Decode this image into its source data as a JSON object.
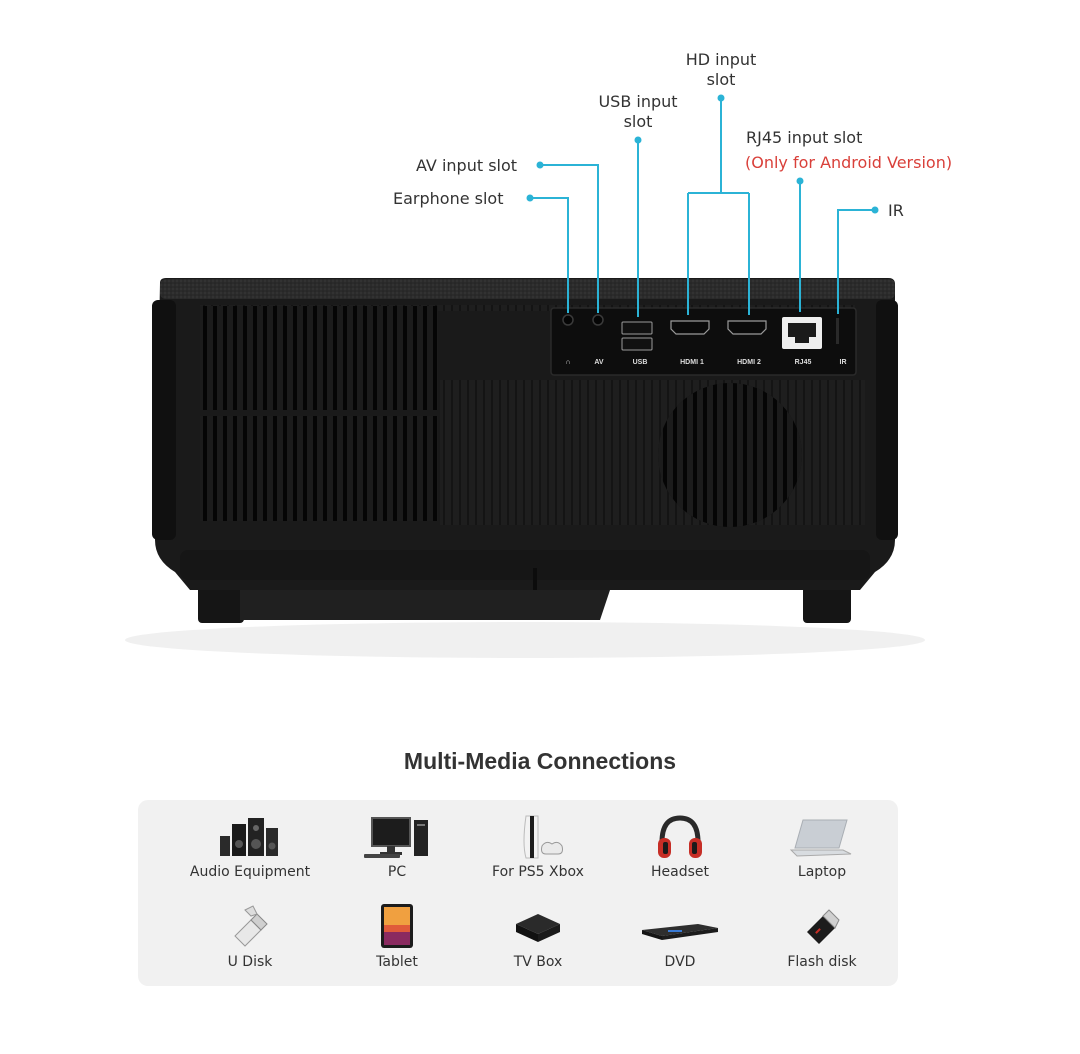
{
  "callouts": {
    "hd": [
      "HD input",
      "slot"
    ],
    "usb": [
      "USB input",
      "slot"
    ],
    "rj45": "RJ45 input slot",
    "rj45_note": "(Only for Android Version)",
    "av": "AV input slot",
    "earphone": "Earphone slot",
    "ir": "IR"
  },
  "port_labels": {
    "earphone": "∩",
    "av": "AV",
    "usb": "USB",
    "hdmi1": "HDMI 1",
    "hdmi2": "HDMI 2",
    "rj45": "RJ45",
    "ir": "IR"
  },
  "section_title": "Multi-Media Connections",
  "devices": [
    {
      "label": "Audio Equipment",
      "icon": "speaker-system-icon"
    },
    {
      "label": "PC",
      "icon": "desktop-pc-icon"
    },
    {
      "label": "For PS5 Xbox",
      "icon": "game-console-icon"
    },
    {
      "label": "Headset",
      "icon": "headphones-icon"
    },
    {
      "label": "Laptop",
      "icon": "laptop-icon"
    },
    {
      "label": "U Disk",
      "icon": "usb-drive-icon"
    },
    {
      "label": "Tablet",
      "icon": "tablet-icon"
    },
    {
      "label": "TV Box",
      "icon": "tv-box-icon"
    },
    {
      "label": "DVD",
      "icon": "dvd-player-icon"
    },
    {
      "label": "Flash disk",
      "icon": "flash-disk-icon"
    }
  ],
  "colors": {
    "callout_line": "#2bb3d6",
    "note_red": "#d9403a",
    "projector_body": "#1a1a1a",
    "panel_bg": "#f1f1f1"
  }
}
